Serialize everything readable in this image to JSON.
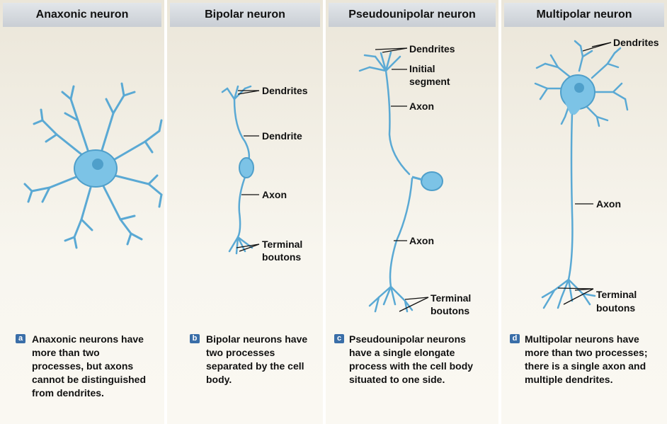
{
  "panels": [
    {
      "title": "Anaxonic neuron",
      "badge": "a",
      "caption": "Anaxonic neurons have more than two processes, but axons cannot be distinguished from dendrites."
    },
    {
      "title": "Bipolar neuron",
      "badge": "b",
      "caption": "Bipolar neurons have two processes separated by the cell body."
    },
    {
      "title": "Pseudounipolar neuron",
      "badge": "c",
      "caption": "Pseudounipolar neurons have a single elongate process with the cell body situated to one side."
    },
    {
      "title": "Multipolar neuron",
      "badge": "d",
      "caption": "Multipolar neurons have more than two processes; there is a single axon and multiple dendrites."
    }
  ],
  "labels": {
    "bipolar": {
      "dendrites": "Dendrites",
      "dendrite": "Dendrite",
      "axon": "Axon",
      "terminal_1": "Terminal",
      "terminal_2": "boutons"
    },
    "pseudo": {
      "dendrites": "Dendrites",
      "initial_1": "Initial",
      "initial_2": "segment",
      "axon_top": "Axon",
      "axon_bottom": "Axon",
      "terminal_1": "Terminal",
      "terminal_2": "boutons"
    },
    "multi": {
      "dendrites": "Dendrites",
      "axon": "Axon",
      "terminal_1": "Terminal",
      "terminal_2": "boutons"
    }
  },
  "colors": {
    "neuron_fill": "#7cc3e6",
    "neuron_stroke": "#4f9fca",
    "badge": "#3a6ea8"
  }
}
